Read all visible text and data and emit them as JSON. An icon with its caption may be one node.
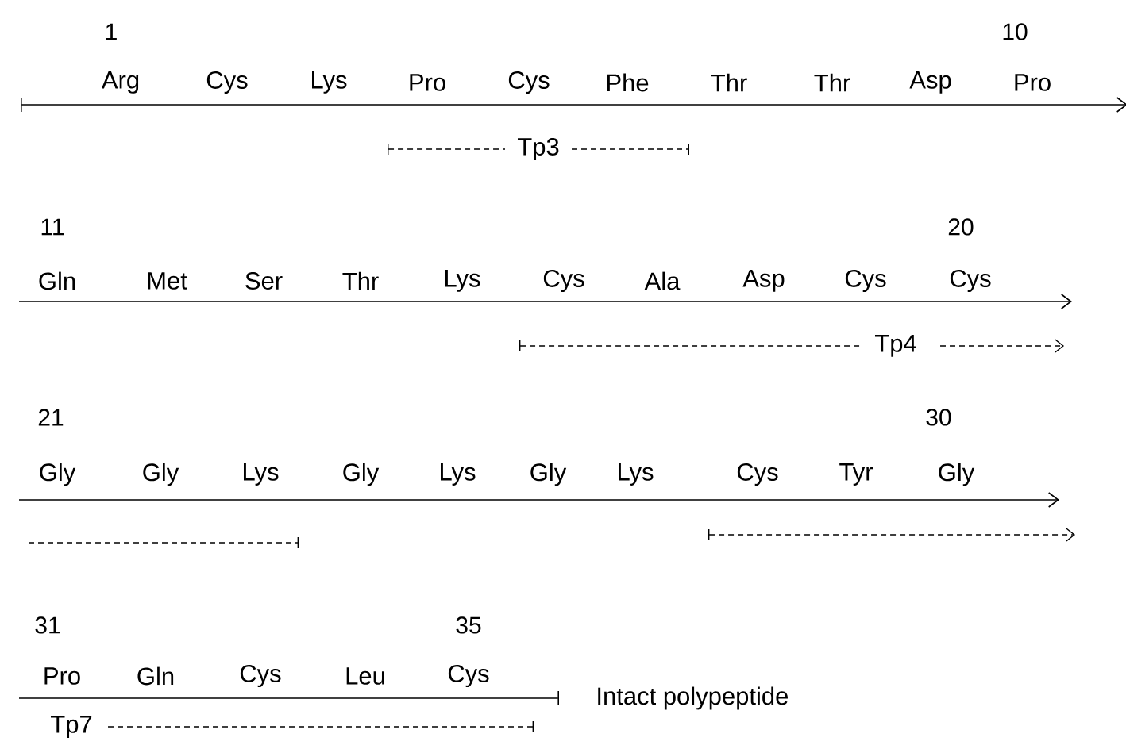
{
  "diagram": {
    "labels": [
      "1",
      "10",
      "Arg",
      "Cys",
      "Lys",
      "Pro",
      "Cys",
      "Phe",
      "Thr",
      "Thr",
      "Asp",
      "Pro",
      "Tp3",
      "11",
      "20",
      "Gln",
      "Met",
      "Ser",
      "Thr",
      "Lys",
      "Cys",
      "Ala",
      "Asp",
      "Cys",
      "Cys",
      "Tp4",
      "21",
      "30",
      "Gly",
      "Gly",
      "Lys",
      "Gly",
      "Lys",
      "Gly",
      "Lys",
      "Cys",
      "Tyr",
      "Gly",
      "31",
      "35",
      "Pro",
      "Gln",
      "Cys",
      "Leu",
      "Cys",
      "Intact polypeptide",
      "Tp7"
    ]
  }
}
